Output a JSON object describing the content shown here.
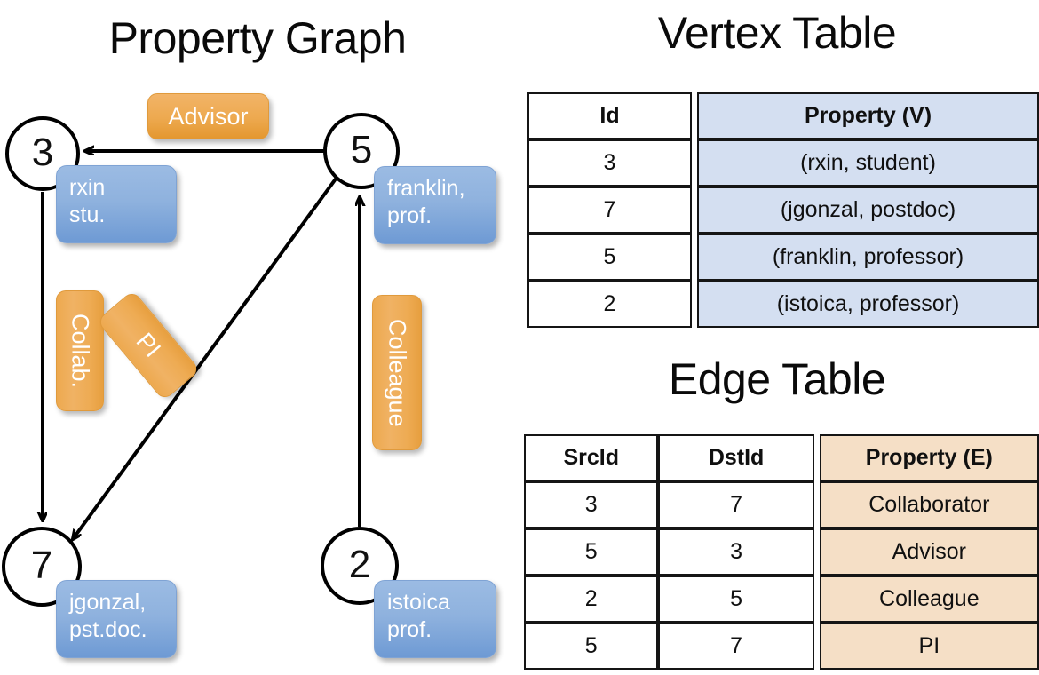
{
  "titles": {
    "property_graph": "Property Graph",
    "vertex_table": "Vertex Table",
    "edge_table": "Edge Table"
  },
  "graph": {
    "nodes": [
      {
        "id": "3",
        "property_line1": "rxin",
        "property_line2": "stu."
      },
      {
        "id": "5",
        "property_line1": "franklin,",
        "property_line2": "prof."
      },
      {
        "id": "7",
        "property_line1": "jgonzal,",
        "property_line2": "pst.doc."
      },
      {
        "id": "2",
        "property_line1": "istoica",
        "property_line2": "prof."
      }
    ],
    "edge_labels": [
      {
        "name": "advisor-label",
        "text": "Advisor"
      },
      {
        "name": "collab-label",
        "text": "Collab."
      },
      {
        "name": "pi-label",
        "text": "PI"
      },
      {
        "name": "colleague-label",
        "text": "Colleague"
      }
    ]
  },
  "vertex_table": {
    "headers": [
      "Id",
      "Property (V)"
    ],
    "rows": [
      {
        "id": "3",
        "property": "(rxin, student)"
      },
      {
        "id": "7",
        "property": "(jgonzal, postdoc)"
      },
      {
        "id": "5",
        "property": "(franklin, professor)"
      },
      {
        "id": "2",
        "property": "(istoica, professor)"
      }
    ]
  },
  "edge_table": {
    "headers": [
      "SrcId",
      "DstId",
      "Property (E)"
    ],
    "rows": [
      {
        "src": "3",
        "dst": "7",
        "property": "Collaborator"
      },
      {
        "src": "5",
        "dst": "3",
        "property": "Advisor"
      },
      {
        "src": "2",
        "dst": "5",
        "property": "Colleague"
      },
      {
        "src": "5",
        "dst": "7",
        "property": "PI"
      }
    ]
  },
  "colors": {
    "vertex_property_fill": "#d4dff1",
    "edge_property_fill": "#f5dfc6",
    "node_box_blue": "#8fb2de",
    "edge_label_orange": "#eda94f",
    "stroke": "#000000",
    "background": "#ffffff"
  }
}
